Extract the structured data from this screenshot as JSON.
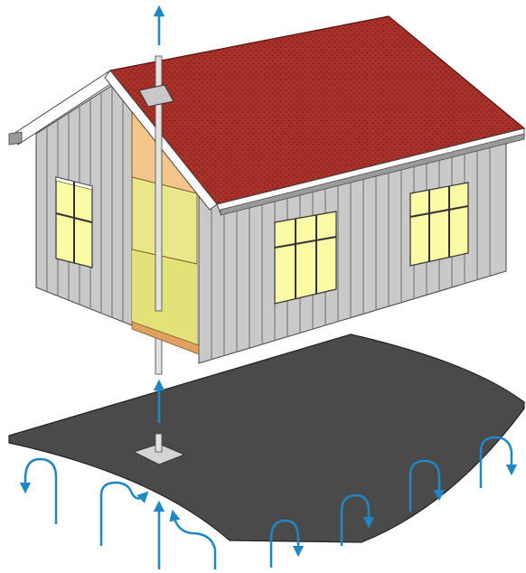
{
  "diagram": {
    "subject": "house-radon-ventilation-illustration",
    "palette": {
      "roof": "#a8322a",
      "roof_dots": "#7a1f18",
      "wall": "#c9c9c9",
      "wall_line": "#6e6e6e",
      "window_pane": "#fbfba6",
      "interior_wall": "#f5c68a",
      "interior_floor": "#e8e88a",
      "slab": "#4a4a4a",
      "arrow": "#1f87c4",
      "trim": "#ffffff"
    },
    "arrows": {
      "exhaust": "up-arrow-above-roof",
      "pipe_inlet": "up-arrow-into-pipe",
      "soil_gas": [
        "soil-gas-flow-1",
        "soil-gas-flow-2",
        "soil-gas-flow-3",
        "soil-gas-flow-4",
        "soil-gas-flow-5",
        "soil-gas-flow-6",
        "soil-gas-flow-7",
        "soil-gas-flow-8"
      ]
    }
  }
}
